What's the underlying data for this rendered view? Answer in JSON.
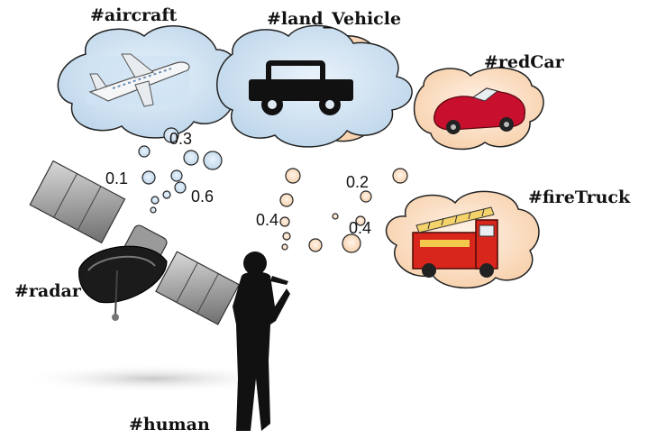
{
  "labels": {
    "aircraft": "#aircraft",
    "land_vehicle": "#land_Vehicle",
    "red_car": "#redCar",
    "fire_truck": "#fireTruck",
    "radar": "#radar",
    "human": "#human"
  },
  "probabilities": {
    "aircraft_top": "0.3",
    "aircraft_left": "0.1",
    "aircraft_right": "0.6",
    "vehicle_left": "0.4",
    "vehicle_top_right": "0.2",
    "vehicle_bottom_right": "0.4"
  },
  "colors": {
    "blue_cloud": "#d6e6f3",
    "orange_cloud": "#fbe2cc",
    "cloud_outline": "#222222",
    "red_car": "#c8102e",
    "fire_truck": "#d9261c"
  },
  "icons": [
    "airplane-icon",
    "jeep-icon",
    "red-car-icon",
    "fire-truck-icon",
    "satellite-icon",
    "human-silhouette-icon"
  ]
}
